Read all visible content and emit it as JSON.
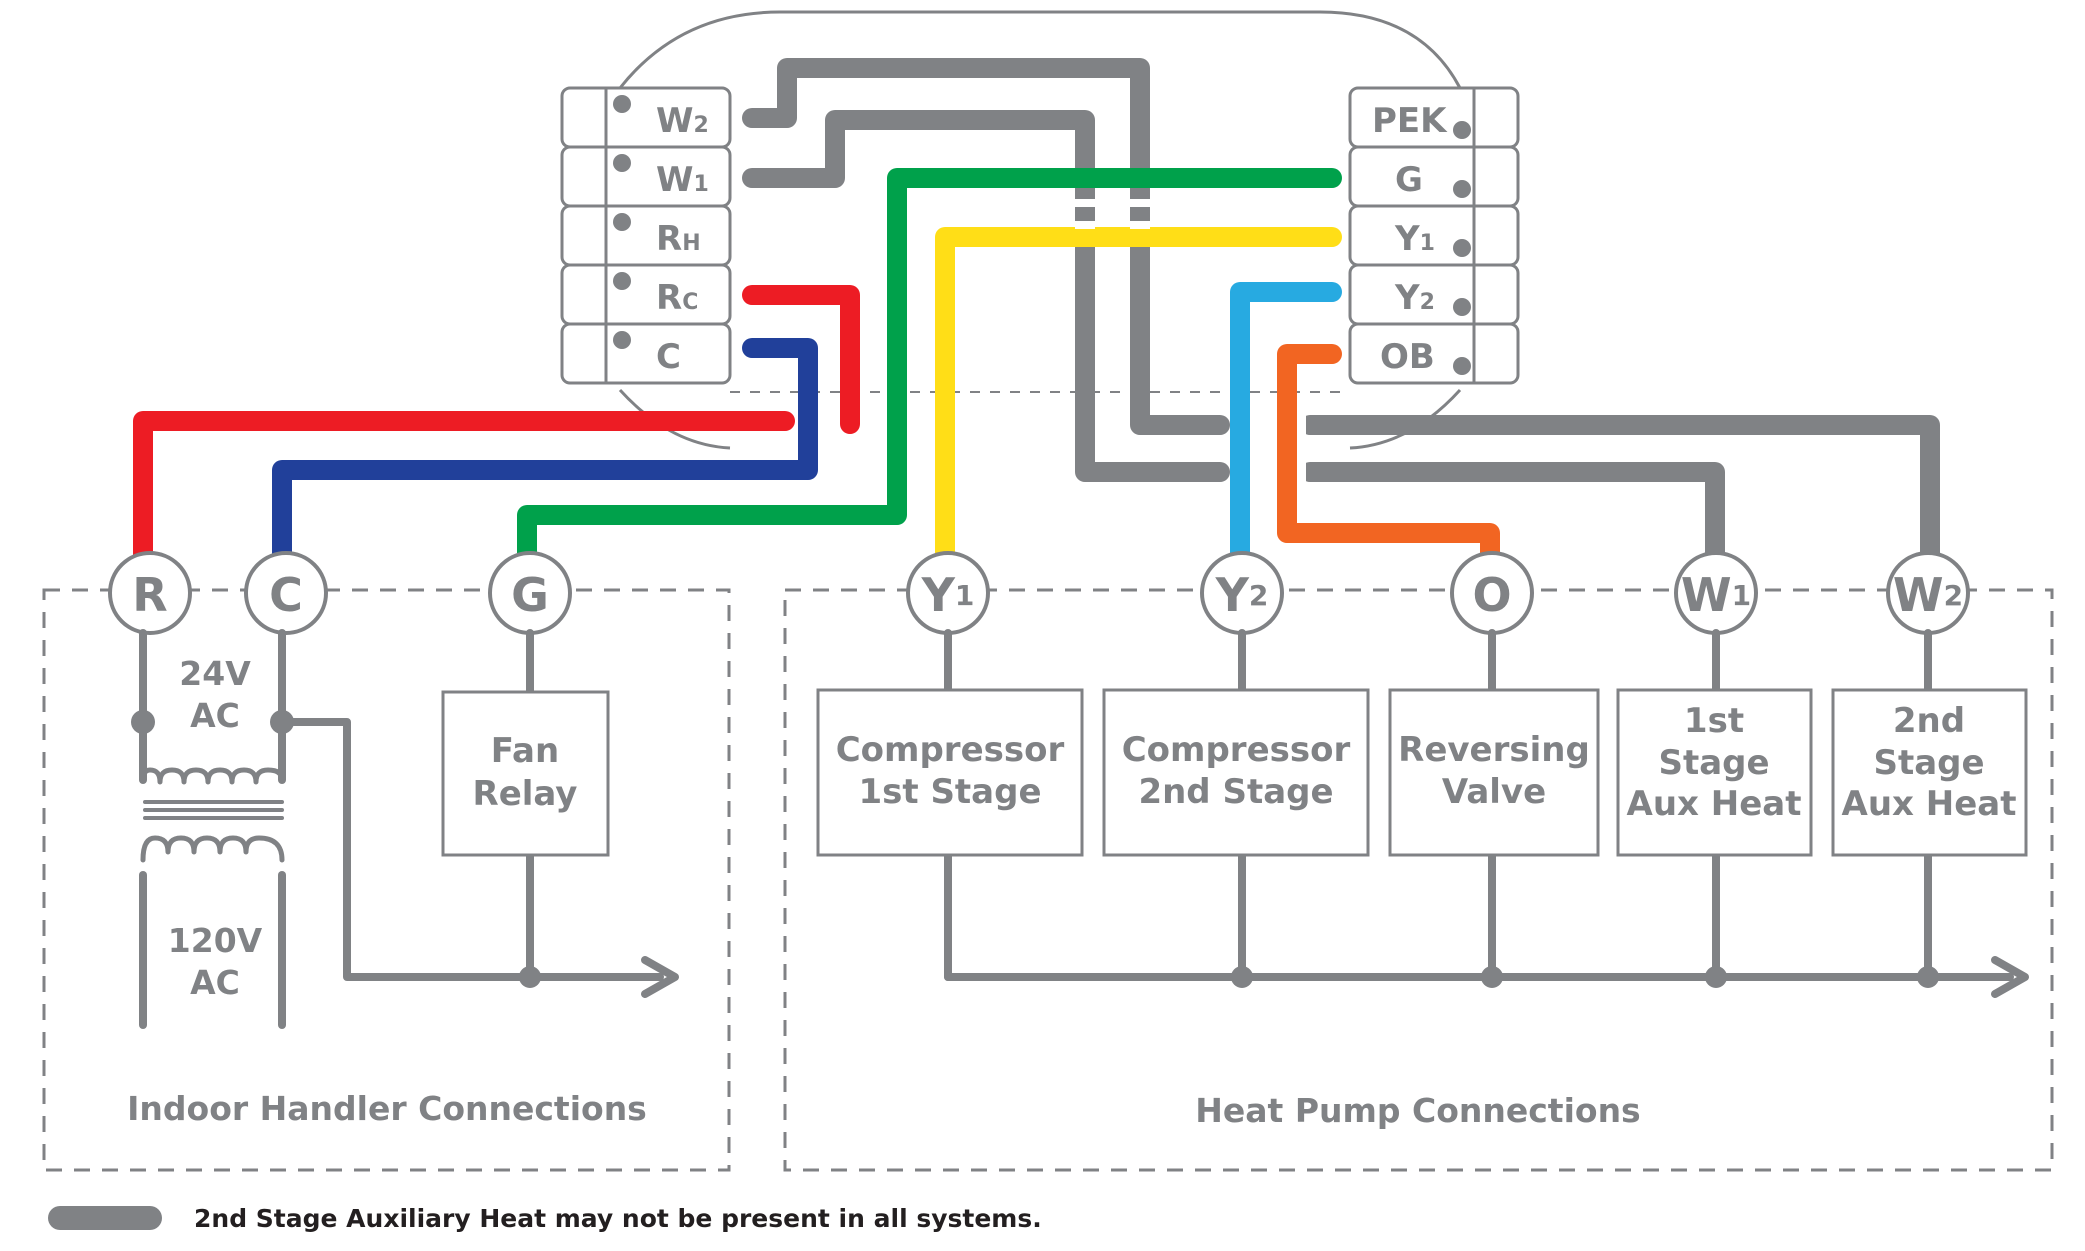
{
  "thermostat": {
    "left_terminals": [
      {
        "main": "W",
        "sub": "2"
      },
      {
        "main": "W",
        "sub": "1"
      },
      {
        "main": "R",
        "sub": "H"
      },
      {
        "main": "R",
        "sub": "C"
      },
      {
        "main": "C",
        "sub": ""
      }
    ],
    "right_terminals": [
      {
        "main": "PEK",
        "sub": ""
      },
      {
        "main": "G",
        "sub": ""
      },
      {
        "main": "Y",
        "sub": "1"
      },
      {
        "main": "Y",
        "sub": "2"
      },
      {
        "main": "OB",
        "sub": ""
      }
    ]
  },
  "nodes": [
    {
      "main": "R",
      "sub": ""
    },
    {
      "main": "C",
      "sub": ""
    },
    {
      "main": "G",
      "sub": ""
    },
    {
      "main": "Y",
      "sub": "1"
    },
    {
      "main": "Y",
      "sub": "2"
    },
    {
      "main": "O",
      "sub": ""
    },
    {
      "main": "W",
      "sub": "1"
    },
    {
      "main": "W",
      "sub": "2"
    }
  ],
  "transformer": {
    "secondary_line1": "24V",
    "secondary_line2": "AC",
    "primary_line1": "120V",
    "primary_line2": "AC"
  },
  "boxes": {
    "fan_relay": [
      "Fan",
      "Relay"
    ],
    "compressor_1": [
      "Compressor",
      "1st Stage"
    ],
    "compressor_2": [
      "Compressor",
      "2nd Stage"
    ],
    "reversing_valve": [
      "Reversing",
      "Valve"
    ],
    "aux_heat_1": [
      "1st",
      "Stage",
      "Aux Heat"
    ],
    "aux_heat_2": [
      "2nd",
      "Stage",
      "Aux Heat"
    ]
  },
  "sections": {
    "indoor": "Indoor Handler Connections",
    "heat_pump": "Heat Pump Connections"
  },
  "legend": {
    "note": "2nd Stage Auxiliary Heat may not be present in all systems."
  },
  "colors": {
    "gray": "#808285",
    "red": "#ed1c24",
    "blue": "#21409a",
    "green": "#00a14b",
    "yellow": "#ffde17",
    "cyan": "#27aae1",
    "orange": "#f26522"
  }
}
